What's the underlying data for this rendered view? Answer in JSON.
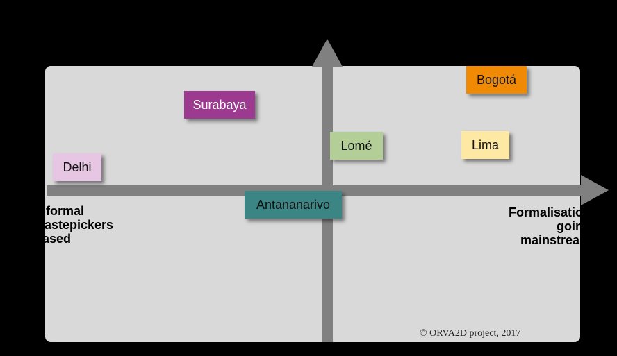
{
  "axis": {
    "left_label": "Informal\nwastepickers\nbased",
    "right_label": "Formalisation\ngoing\nmainstream"
  },
  "cities": [
    {
      "name": "Surabaya",
      "color": "#9b3a8e",
      "text_color": "#ffffff"
    },
    {
      "name": "Bogotá",
      "color": "#f08a05",
      "text_color": "#111111"
    },
    {
      "name": "Lomé",
      "color": "#b3cf97",
      "text_color": "#111111"
    },
    {
      "name": "Lima",
      "color": "#fde9a4",
      "text_color": "#111111"
    },
    {
      "name": "Delhi",
      "color": "#e6c6e3",
      "text_color": "#111111"
    },
    {
      "name": "Antananarivo",
      "color": "#3c8585",
      "text_color": "#111111"
    }
  ],
  "copyright": "© ORVA2D project, 2017"
}
